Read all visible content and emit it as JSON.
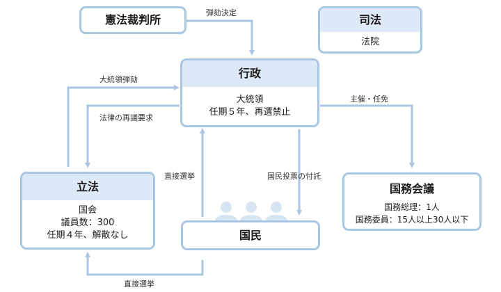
{
  "constitutional_court": {
    "title": "憲法裁判所"
  },
  "judiciary": {
    "title": "司法",
    "body": [
      "法院"
    ]
  },
  "executive": {
    "title": "行政",
    "body": [
      "大統領",
      "任期５年、再選禁止"
    ]
  },
  "legislature": {
    "title": "立法",
    "body": [
      "国会",
      "議員数：300",
      "任期４年、解散なし"
    ]
  },
  "state_council": {
    "title": "国務会議",
    "body": [
      "国務総理：1人",
      "国務委員：15人以上30人以下"
    ]
  },
  "people": {
    "title": "国民"
  },
  "edges": {
    "impeachment_decision": "弾劾決定",
    "president_impeachment": "大統領弾劾",
    "law_reconsideration": "法律の再議要求",
    "presides_appoints": "主催・任免",
    "direct_election_exec": "直接選挙",
    "referendum": "国民投票の付託",
    "direct_election_leg": "直接選挙"
  },
  "colors": {
    "box_border": "#a9c6e2",
    "header_fill": "#dde9f6",
    "arrow": "#a9c6e2",
    "people_icon": "#d7e5f3"
  },
  "icons": [
    "person-icon",
    "person-icon",
    "person-icon"
  ]
}
